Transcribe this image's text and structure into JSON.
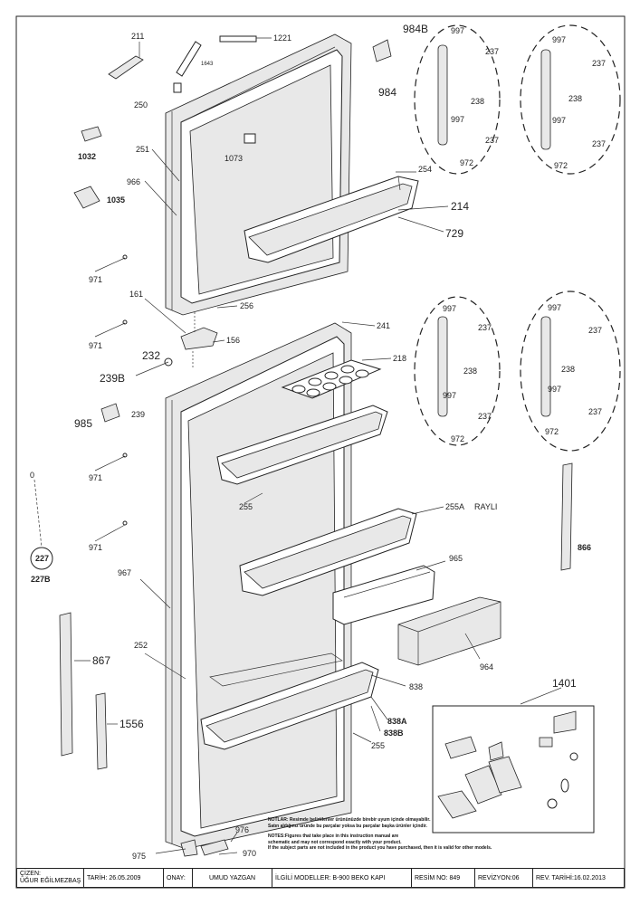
{
  "labels": {
    "p211": "211",
    "p1221": "1221",
    "p1643": "1643",
    "p984B": "984B",
    "p984": "984",
    "p250": "250",
    "p1032": "1032",
    "p1035": "1035",
    "p251": "251",
    "p1073": "1073",
    "p966": "966",
    "p254": "254",
    "p214": "214",
    "p729": "729",
    "p971": "971",
    "p161": "161",
    "p256": "256",
    "p156": "156",
    "p232": "232",
    "p239B": "239B",
    "p239": "239",
    "p241": "241",
    "p218": "218",
    "p985": "985",
    "p255": "255",
    "p255A": "255A",
    "rayli": "RAYLI",
    "p866": "866",
    "p227": "227",
    "p227B": "227B",
    "p967": "967",
    "p965": "965",
    "p964": "964",
    "p252": "252",
    "p838": "838",
    "p838A": "838A",
    "p838B": "838B",
    "p867": "867",
    "p1556": "1556",
    "p1401": "1401",
    "p976": "976",
    "p975": "975",
    "p970": "970",
    "p997": "997",
    "p237": "237",
    "p238": "238",
    "p972": "972",
    "p0": "0"
  },
  "notes": {
    "line1": "NOTLAR: Resimde belirtilenler ürününüzde birebir uyum içinde olmayabilir.",
    "line2": "Satın aldığınız üründe bu parçalar yoksa bu parçalar başka ürünler içindir.",
    "line3": "NOTES:Figures that take place in this instruction manual are",
    "line4": "schematic and may not correspond exactly with your product.",
    "line5": "If the subject parts are not included in the product you have purchased, then it is valid for other models."
  },
  "titlebar": {
    "drawn_label": "ÇİZEN:",
    "drawn_name": "ÜĞUR EĞİLMEZBAŞ",
    "date": "TARİH: 26.05.2009",
    "approval_label": "ONAY:",
    "approval_name": "UMUD YAZGAN",
    "models": "İLGİLİ MODELLER: B-900 BEKO KAPI",
    "drawing_no": "RESİM NO: 849",
    "revision": "REVİZYON:06",
    "rev_date": "REV. TARİHİ:16.02.2013"
  }
}
